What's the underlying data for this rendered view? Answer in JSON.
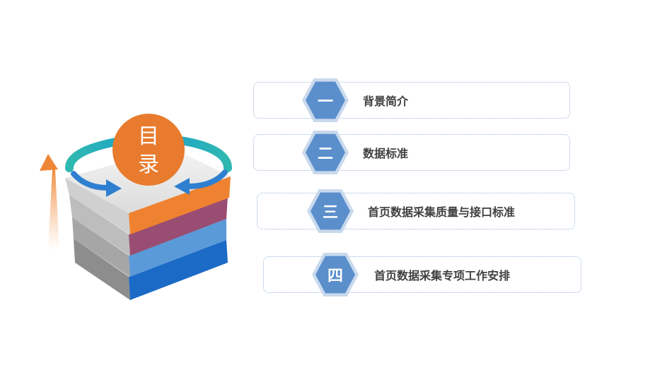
{
  "title": {
    "line1": "目",
    "line2": "录"
  },
  "items": [
    {
      "number": "一",
      "label": "背景简介"
    },
    {
      "number": "二",
      "label": "数据标准"
    },
    {
      "number": "三",
      "label": "首页数据采集质量与接口标准"
    },
    {
      "number": "四",
      "label": "首页数据采集专项工作安排"
    }
  ],
  "colors": {
    "title_circle": "#e87b2e",
    "hex_badge": "#5b8fcc",
    "layer_orange": "#ef8230",
    "layer_purple": "#9a4d73",
    "layer_lightblue": "#5b9ad9",
    "layer_blue": "#1b6ac6",
    "ring_teal": "#2fb8b0",
    "arrow_blue": "#2f7fd0"
  }
}
